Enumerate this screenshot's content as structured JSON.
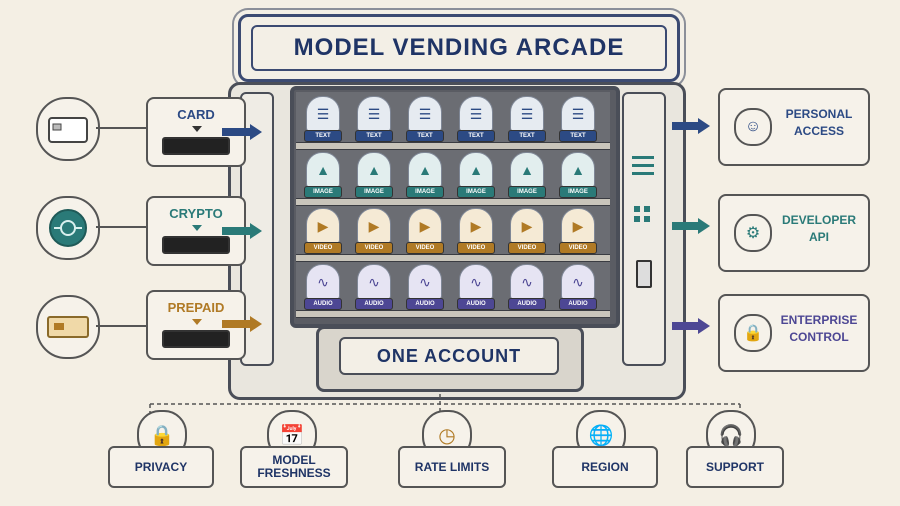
{
  "title": "MODEL VENDING ARCADE",
  "account": "ONE ACCOUNT",
  "payments": [
    {
      "label": "CARD",
      "color": "#2c4a84",
      "icon": "credit-card-icon"
    },
    {
      "label": "CRYPTO",
      "color": "#2a7a78",
      "icon": "crypto-chip-icon"
    },
    {
      "label": "PREPAID",
      "color": "#b07a25",
      "icon": "prepaid-ticket-icon"
    }
  ],
  "access": [
    {
      "line1": "PERSONAL",
      "line2": "ACCESS",
      "color": "#2c4a84",
      "icon": "person-icon"
    },
    {
      "line1": "DEVELOPER",
      "line2": "API",
      "color": "#2a7a78",
      "icon": "gear-icon"
    },
    {
      "line1": "ENTERPRISE",
      "line2": "CONTROL",
      "color": "#4d4794",
      "icon": "shield-lock-icon"
    }
  ],
  "shelves": [
    {
      "kind": "text",
      "label": "TEXT"
    },
    {
      "kind": "image",
      "label": "IMAGE"
    },
    {
      "kind": "video",
      "label": "VIDEO"
    },
    {
      "kind": "audio",
      "label": "AUDIO"
    }
  ],
  "features": [
    {
      "line1": "PRIVACY",
      "line2": "",
      "icon": "padlock-icon"
    },
    {
      "line1": "MODEL",
      "line2": "FRESHNESS",
      "icon": "calendar-icon"
    },
    {
      "line1": "RATE LIMITS",
      "line2": "",
      "icon": "gauge-icon"
    },
    {
      "line1": "REGION",
      "line2": "",
      "icon": "globe-icon"
    },
    {
      "line1": "SUPPORT",
      "line2": "",
      "icon": "headset-icon"
    }
  ]
}
